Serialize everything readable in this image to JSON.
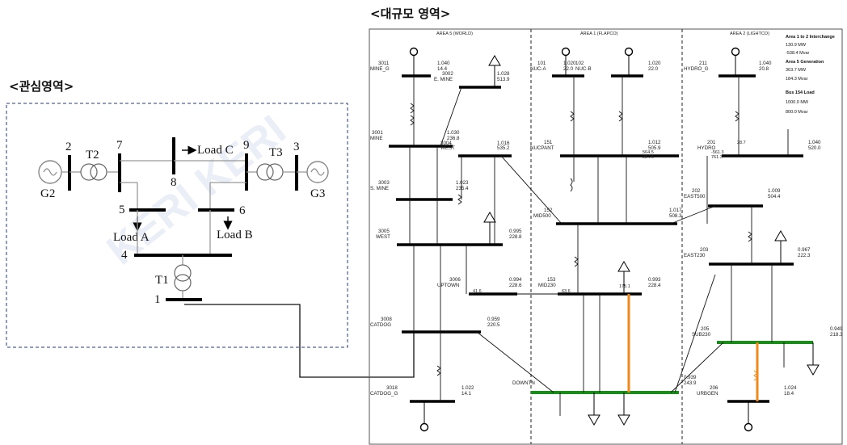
{
  "headers": {
    "large_area": "<대규모 영역>",
    "area_of_interest": "<관심영역>"
  },
  "small_system": {
    "generators": [
      "G2",
      "G3"
    ],
    "transformers": [
      "T1",
      "T2",
      "T3"
    ],
    "buses": [
      "1",
      "2",
      "3",
      "4",
      "5",
      "6",
      "7",
      "8",
      "9"
    ],
    "loads": [
      "Load A",
      "Load B",
      "Load C"
    ],
    "watermark": "KERI"
  },
  "large_system": {
    "areas": [
      "AREA 5 (WORLD)",
      "AREA 1 (FLAPCO)",
      "AREA 2 (LIGHTCO)"
    ],
    "info_panel": [
      {
        "text": "Area 1 to 2 Interchange",
        "bold": true
      },
      {
        "text": "130.9 MW",
        "bold": false
      },
      {
        "text": "-538.4 Mvar",
        "bold": false
      },
      {
        "text": "Area 5 Generation",
        "bold": true
      },
      {
        "text": "363.7 MW",
        "bold": false
      },
      {
        "text": "184.3 Mvar",
        "bold": false
      },
      {
        "text": "Bus 154 Load",
        "bold": true
      },
      {
        "text": "1000.0 MW",
        "bold": false
      },
      {
        "text": "800.0 Mvar",
        "bold": false
      }
    ],
    "bus_labels": {
      "b3011": [
        "3011",
        "MINE_G"
      ],
      "b3011v": [
        "1.040",
        "14.4"
      ],
      "b3002": [
        "3002",
        "E. MINE"
      ],
      "b3002v": [
        "1.028",
        "513.9"
      ],
      "b3001": [
        "3001",
        "MINE"
      ],
      "b3001v": [
        "1.030",
        "236.8"
      ],
      "b3004": [
        "3004",
        "WEST"
      ],
      "b3004v": [
        "1.016",
        "535.2"
      ],
      "b3003": [
        "3003",
        "S. MINE"
      ],
      "b3003v": [
        "1.023",
        "235.4"
      ],
      "b3005": [
        "3005",
        "WEST"
      ],
      "b3005v": [
        "0.995",
        "228.8"
      ],
      "b3006": [
        "3006",
        "UPTOWN"
      ],
      "b3006v": [
        "0.994",
        "228.6"
      ],
      "b3008": [
        "3008",
        "CATDOG"
      ],
      "b3008v": [
        "0.959",
        "220.5"
      ],
      "b3018": [
        "3018",
        "CATDOG_G"
      ],
      "b3018v": [
        "1.022",
        "14.1"
      ],
      "b101": [
        "101",
        "NUC-A"
      ],
      "b102": [
        "102",
        "NUC-B"
      ],
      "b101v": [
        "1.020",
        "22.0"
      ],
      "b102v": [
        "1.020",
        "22.0"
      ],
      "b151": [
        "151",
        "NUCPANT"
      ],
      "b151v": [
        "1.012",
        "505.9"
      ],
      "b152": [
        "152",
        "MID500"
      ],
      "b152v": [
        "1.017",
        "508.3"
      ],
      "b153": [
        "153",
        "MID230"
      ],
      "b153v": [
        "0.993",
        "228.4"
      ],
      "b154": [
        "DOWNTN"
      ],
      "b154v": [
        "0.939",
        "243.9"
      ],
      "b211": [
        "211",
        "HYDRO_G"
      ],
      "b211v": [
        "1.040",
        "20.8"
      ],
      "b201": [
        "201",
        "HYDRO"
      ],
      "b201v": [
        "1.040",
        "520.0"
      ],
      "b202": [
        "202",
        "EAST500"
      ],
      "b202v": [
        "1.009",
        "504.4"
      ],
      "b203": [
        "203",
        "EAST230"
      ],
      "b203v": [
        "0.967",
        "222.3"
      ],
      "b205": [
        "205",
        "SUB230"
      ],
      "b205v": [
        "0.949",
        "218.3"
      ],
      "b206": [
        "206",
        "URBGEN"
      ],
      "b206v": [
        "1.024",
        "18.4"
      ]
    },
    "flows": [
      "-561.3",
      "761.3",
      "564.5",
      "284.6",
      "28.7",
      "41.6",
      "63.6",
      "175.1"
    ]
  },
  "colors": {
    "tie_line": "#111111",
    "area_box": "#1f3a93",
    "bus_highlight": "#1a8c1a",
    "line_highlight": "#f08a1c"
  }
}
